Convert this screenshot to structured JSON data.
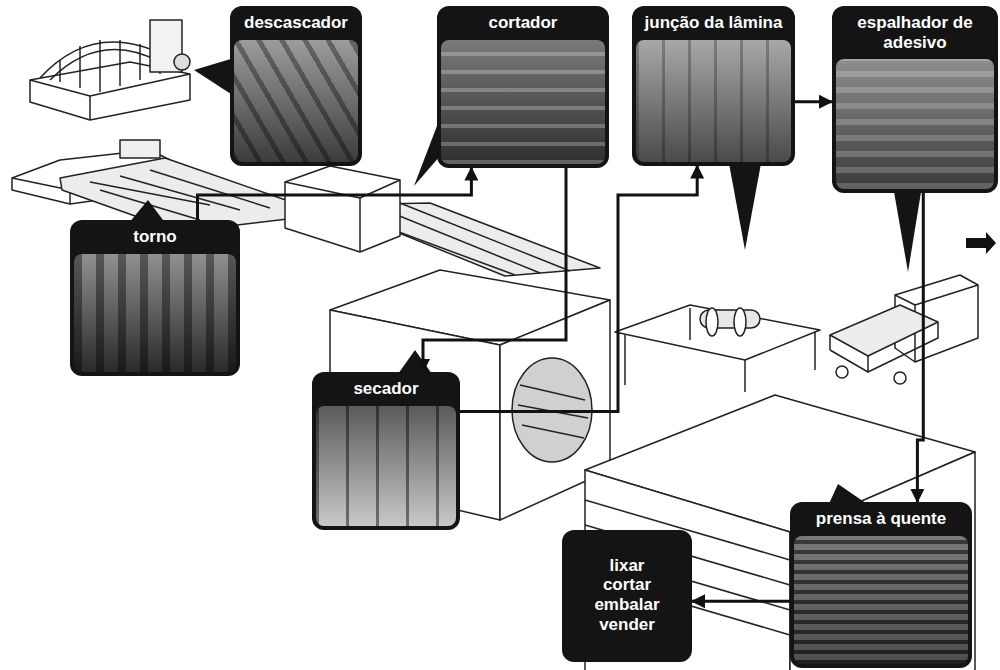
{
  "diagram": {
    "nodes": [
      {
        "text": [
          "descascador"
        ]
      },
      {
        "text": [
          "cortador"
        ]
      },
      {
        "text": [
          "junção da lâmina"
        ]
      },
      {
        "text": [
          "espalhador de adesivo"
        ]
      },
      {
        "text": [
          "torno"
        ]
      },
      {
        "text": [
          "secador"
        ]
      },
      {
        "text": [
          "prensa à quente"
        ]
      },
      {
        "text": [
          "lixar cortar embalar vender"
        ]
      }
    ],
    "edges": [
      {
        "from": 4,
        "to": 1,
        "arrow": "to"
      },
      {
        "from": 1,
        "to": 5,
        "arrow": "to"
      },
      {
        "from": 5,
        "to": 2,
        "arrow": "to"
      },
      {
        "from": 2,
        "to": 3,
        "arrow": "to"
      },
      {
        "from": 3,
        "to": 6,
        "arrow": "to"
      },
      {
        "from": 6,
        "to": 7,
        "arrow": "to"
      }
    ]
  }
}
